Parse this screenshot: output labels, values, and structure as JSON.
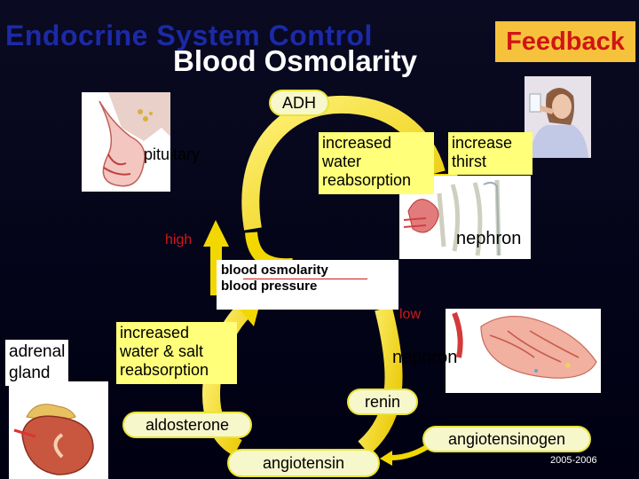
{
  "title": {
    "overlay": "Endocrine System Control",
    "main": "Blood Osmolarity"
  },
  "feedback_label": "Feedback",
  "labels": {
    "adh": "ADH",
    "pituitary": "pituitary",
    "water_reabsorption": "increased\nwater\nreabsorption",
    "thirst": "increase\nthirst",
    "high": "high",
    "nephron_top": "nephron",
    "center_line1": "blood osmolarity",
    "center_line2": "blood pressure",
    "low": "low",
    "adrenal": "adrenal\ngland",
    "salt_reabsorption": "increased\nwater & salt\nreabsorption",
    "nephron_bottom": "nephron",
    "renin": "renin",
    "aldosterone": "aldosterone",
    "angiotensinogen": "angiotensinogen",
    "angiotensin": "angiotensin",
    "year": "2005-2006"
  },
  "colors": {
    "background": "#000012",
    "title_overlay": "#1c2aa6",
    "feedback_box": "#f7c23b",
    "feedback_text": "#d01515",
    "arrow": "#f5dc00",
    "label_box": "#ffff7a",
    "red_label": "#d21818"
  },
  "icons": [
    "pituitary-illustration",
    "woman-drinking-photo",
    "nephron-illustration",
    "kidney-nephron-illustration",
    "adrenal-kidney-illustration"
  ]
}
